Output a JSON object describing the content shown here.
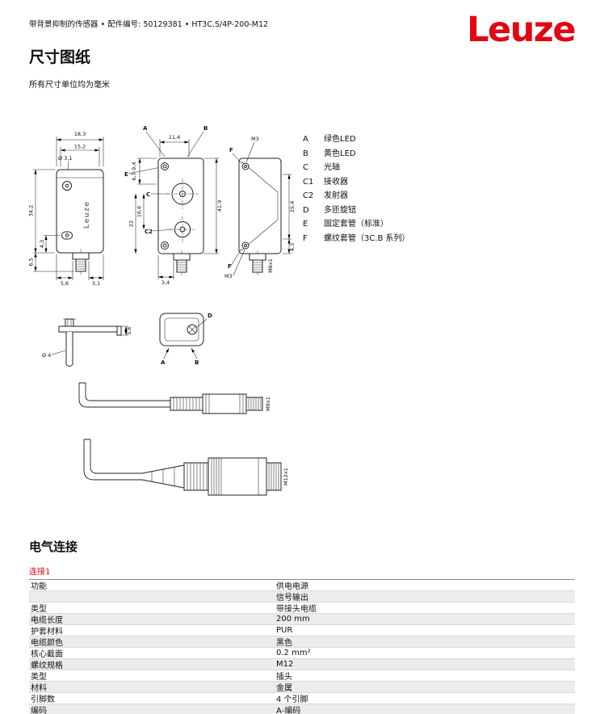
{
  "header": {
    "meta": "带背景抑制的传感器 • 配件编号: 50129381 • HT3C.S/4P-200-M12",
    "logo_text": "Leuze",
    "brand_color": "#e30613"
  },
  "dimensions": {
    "title": "尺寸图纸",
    "unit_note": "所有尺寸单位均为毫米",
    "device_label": "Leuze",
    "front": {
      "width_outer": "18,3",
      "width_inner": "15,2",
      "hole": "Ø 3,1",
      "height": "34,2",
      "offset": "4,3",
      "connector_h": "6,5",
      "bottom_left": "5,6",
      "bottom_right": "3,1"
    },
    "side": {
      "a": "A",
      "b": "B",
      "top_width": "11,4",
      "range": "6,7-9,4",
      "e": "E",
      "c": "C",
      "c2": "C2",
      "axis1": "16,6",
      "axis2": "22",
      "height": "41,9",
      "bottom": "3,4"
    },
    "back": {
      "m3_top": "M3",
      "f_top": "F",
      "height": "25,4",
      "offset": "4,3",
      "f_bottom": "F",
      "m3_bottom": "M3",
      "thread": "M8x1"
    },
    "detail": {
      "d": "D",
      "a": "A",
      "b": "B"
    },
    "bracket": {
      "hole": "Ø 4",
      "height": "5,6"
    },
    "cable_m8": {
      "thread": "M8x1"
    },
    "cable_m12": {
      "thread": "M12x1"
    },
    "legend": [
      {
        "key": "A",
        "label": "绿色LED"
      },
      {
        "key": "B",
        "label": "黄色LED"
      },
      {
        "key": "C",
        "label": "光轴"
      },
      {
        "key": "C1",
        "label": "接收器"
      },
      {
        "key": "C2",
        "label": "发射器"
      },
      {
        "key": "D",
        "label": "多匝旋钮"
      },
      {
        "key": "E",
        "label": "固定套管（标准）"
      },
      {
        "key": "F",
        "label": "螺纹套管（3C.B 系列）"
      }
    ]
  },
  "electrical": {
    "title": "电气连接",
    "subtitle": "连接1",
    "rows": [
      {
        "label": "功能",
        "value": "供电电源"
      },
      {
        "label": "",
        "value": "信号输出"
      },
      {
        "label": "类型",
        "value": "带接头电缆"
      },
      {
        "label": "电缆长度",
        "value": "200 mm"
      },
      {
        "label": "护套材料",
        "value": "PUR"
      },
      {
        "label": "电缆颜色",
        "value": "黑色"
      },
      {
        "label": "核心截面",
        "value": "0.2 mm²"
      },
      {
        "label": "螺纹规格",
        "value": "M12"
      },
      {
        "label": "类型",
        "value": "插头"
      },
      {
        "label": "材料",
        "value": "金属"
      },
      {
        "label": "引脚数",
        "value": "4 个引脚"
      },
      {
        "label": "编码",
        "value": "A-编码"
      }
    ]
  }
}
